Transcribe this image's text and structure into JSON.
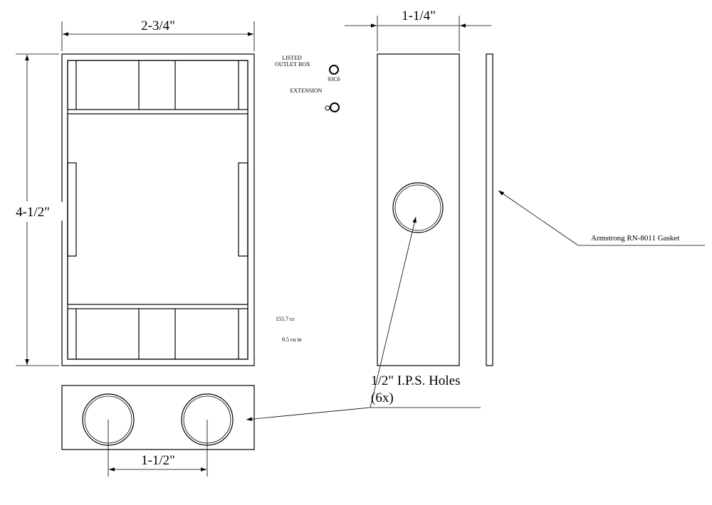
{
  "dimensions": {
    "width": "2-3/4\"",
    "height": "4-1/2\"",
    "depth": "1-1/4\"",
    "hole_spacing": "1-1/2\""
  },
  "labels": {
    "listed_line1": "LISTED",
    "listed_line2": "OUTLET BOX",
    "cert_code": "93C6",
    "extension": "EXTENSION",
    "volume_cc": "155.7 cc",
    "volume_cuin": "9.5 cu in",
    "gasket": "Armstrong RN-8011 Gasket",
    "holes_line1": "1/2\" I.P.S. Holes",
    "holes_line2": "(6x)"
  }
}
